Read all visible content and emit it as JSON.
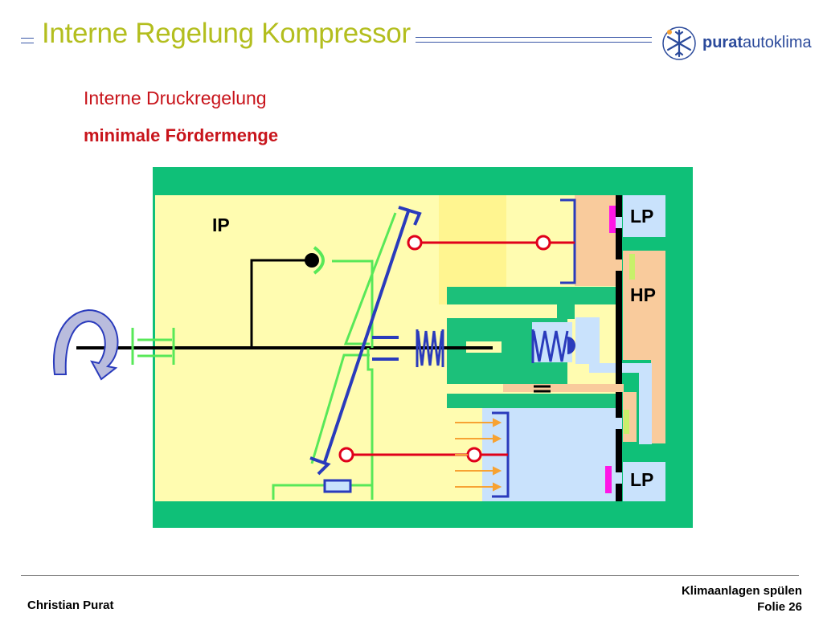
{
  "header": {
    "title": "Interne Regelung Kompressor",
    "logo": {
      "brand_bold": "purat",
      "brand_light": "autoklima",
      "icon": "snowflake-icon"
    }
  },
  "content": {
    "subtitle": "Interne Druckregelung",
    "subtitle_bold": "minimale Fördermenge"
  },
  "diagram": {
    "labels": {
      "ip": "IP",
      "lp_top": "LP",
      "hp": "HP",
      "lp_bottom": "LP"
    },
    "colors": {
      "housing": "#0fc078",
      "chamber": "#fffcb0",
      "highlight": "#fff590",
      "high_pressure": "#f9cb9c",
      "low_pressure": "#c9e2fc",
      "piston": "#1cc07a",
      "linkage_red": "#e0001a",
      "linkage_green": "#58e858",
      "spring_blue": "#2a3bbc",
      "marker_magenta": "#ff17e6",
      "marker_lime": "#c8f06a",
      "arrow_orange": "#f7a233",
      "rotation_arrow": "#b9bcdd"
    }
  },
  "footer": {
    "author": "Christian Purat",
    "course": "Klimaanlagen spülen",
    "slide": "Folie 26"
  }
}
